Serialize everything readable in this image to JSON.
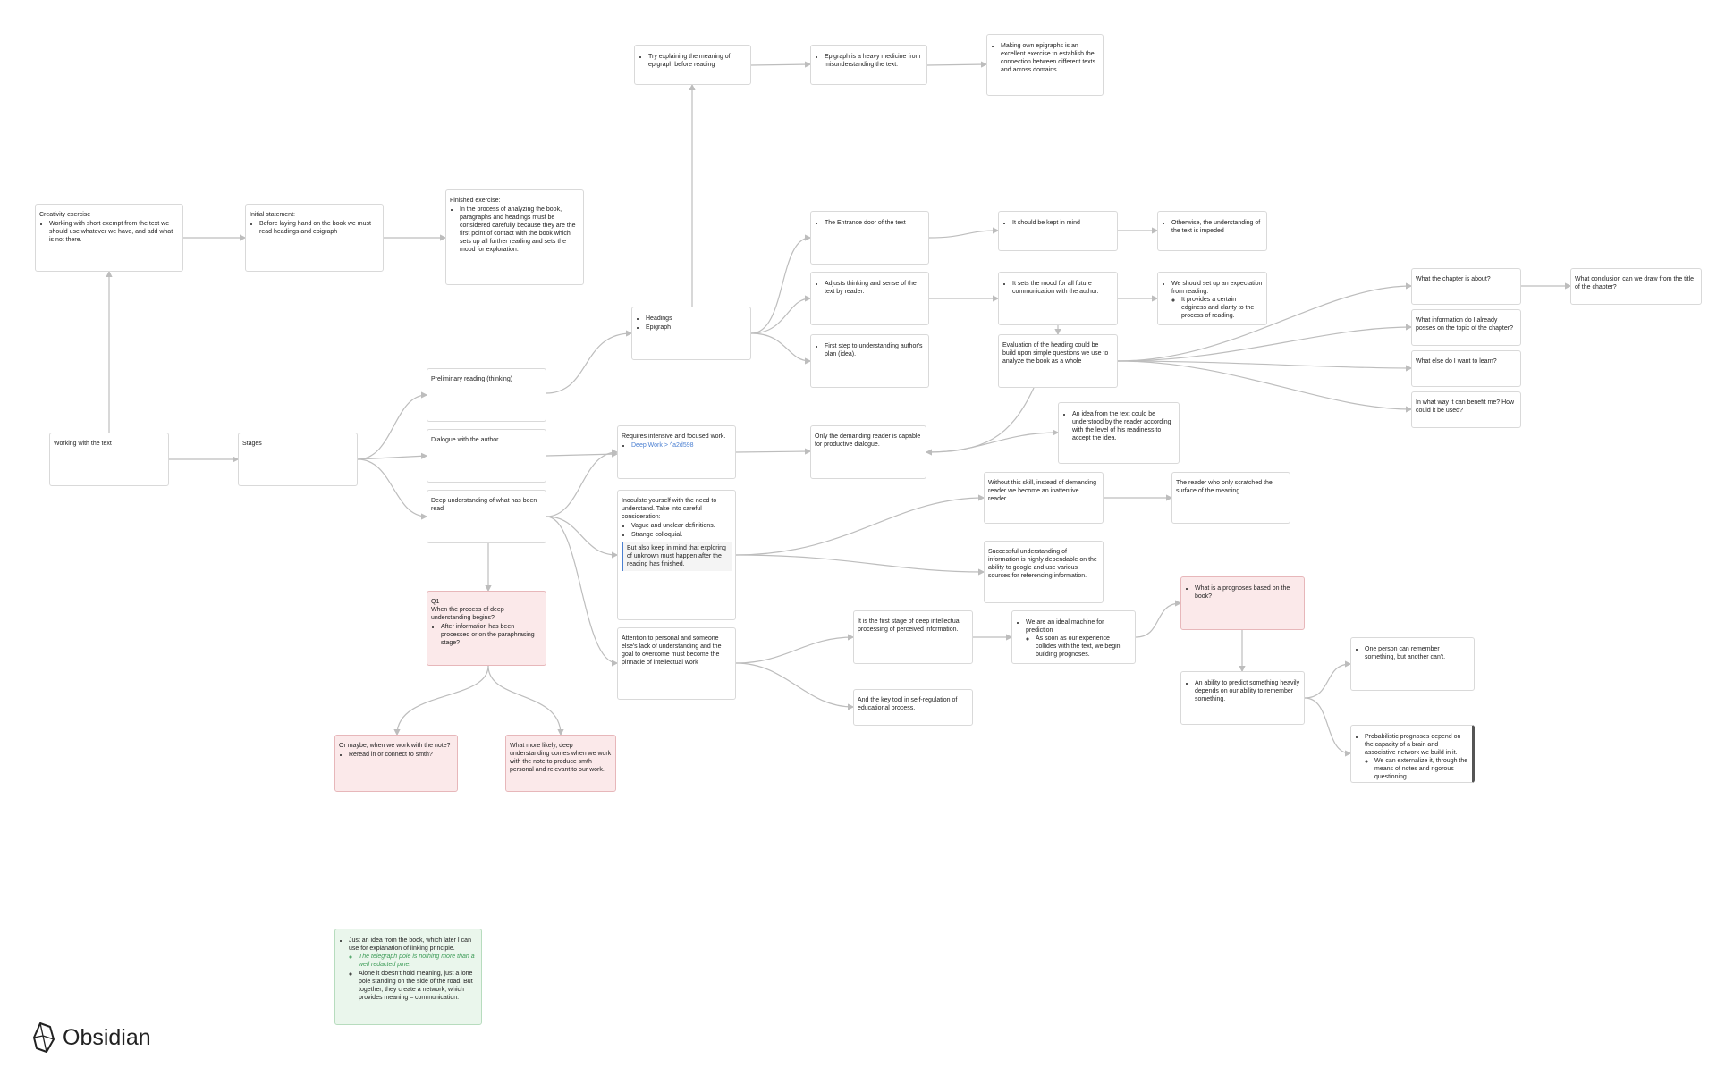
{
  "app": {
    "name": "Obsidian"
  },
  "nodes": {
    "creativity": {
      "title": "Creativity exercise",
      "items": [
        "Working with short exempt from the text we should use whatever we have, and add what is not there."
      ]
    },
    "initial": {
      "title": "Initial statement:",
      "items": [
        "Before laying hand on the book we must read headings and epigraph"
      ]
    },
    "finished": {
      "title": "Finished exercise:",
      "items": [
        "In the process of analyzing the book, paragraphs and headings must be considered carefully because they are the first point of contact with the book which sets up all further reading and sets the mood for exploration."
      ]
    },
    "working": {
      "title": "Working with the text"
    },
    "stages": {
      "title": "Stages"
    },
    "prelim": {
      "title": "Preliminary reading (thinking)"
    },
    "dialogue": {
      "title": "Dialogue with the author"
    },
    "deep": {
      "title": "Deep understanding of what has been read"
    },
    "q1": {
      "title": "Q1",
      "text": "When the process of deep understanding begins?",
      "items": [
        "After information has been processed or on the paraphrasing stage?"
      ]
    },
    "ormaybe": {
      "title": "Or maybe, when we work with the note?",
      "items": [
        "Reread in or connect to smth?"
      ]
    },
    "morelikely": {
      "text": "What more likely, deep understanding comes when we work with the note to produce smth personal and relevant to our work."
    },
    "headings": {
      "items": [
        "Headings",
        "Epigraph"
      ]
    },
    "tryexplain": {
      "items": [
        "Try explaining the meaning of epigraph before reading"
      ]
    },
    "medicine": {
      "items": [
        "Epigraph is a heavy medicine from misunderstanding the text."
      ]
    },
    "makingown": {
      "items": [
        "Making own epigraphs is an excellent exercise to establish the connection between different texts and across domains."
      ]
    },
    "entrance": {
      "items": [
        "The Entrance door of the text"
      ]
    },
    "keptinmind": {
      "items": [
        "It should be kept in mind"
      ]
    },
    "otherwise": {
      "items": [
        "Otherwise, the understanding of the text is impeded"
      ]
    },
    "adjusts": {
      "items": [
        "Adjusts thinking and sense of the text by reader."
      ]
    },
    "setsmood": {
      "items": [
        "It sets the mood for all future communication with the author."
      ]
    },
    "expectation": {
      "items": [
        "We should set up an expectation from reading."
      ],
      "subitems": [
        "It provides a certain edginess and clarity to the process of reading."
      ]
    },
    "firststep": {
      "items": [
        "First step to understanding author's plan (idea)."
      ]
    },
    "evaluation": {
      "text": "Evaluation of the heading could be build upon simple questions we use to analyze the book as a whole"
    },
    "chapterabout": {
      "text": "What the chapter is about?"
    },
    "conclusion": {
      "text": "What conclusion can we draw from the title of the chapter?"
    },
    "infoposses": {
      "text": "What information do I already posses on the topic of the chapter?"
    },
    "wanttolearn": {
      "text": "What else do I want to learn?"
    },
    "benefit": {
      "text": "In what way it can benefit me? How could it be used?"
    },
    "anidea": {
      "items": [
        "An idea from the text could be understood by the reader according with the level of his readiness to accept the idea."
      ]
    },
    "requires": {
      "text": "Requires intensive and focused work.",
      "items": [
        "Deep Work > ^a2d598"
      ]
    },
    "demanding": {
      "text": "Only the demanding reader is capable for productive dialogue."
    },
    "inoculate": {
      "text": "Inoculate yourself with the need to understand. Take into careful consideration:",
      "items": [
        "Vague and unclear definitions.",
        "Strange colloquial."
      ],
      "quote": "But also keep in mind that exploring of unknown must happen after the reading has finished."
    },
    "withoutskill": {
      "text": "Without this skill, instead of demanding reader we become an inattentive reader."
    },
    "scratched": {
      "text": "The reader who only scratched the surface of the meaning."
    },
    "successful": {
      "text": "Successful understanding of information is highly dependable on the ability to google and use various sources for referencing information."
    },
    "attention": {
      "text": "Attention to personal and someone else's lack of understanding and the goal to overcome must become the pinnacle of intellectual work"
    },
    "firststage": {
      "text": "It is the first stage of deep intellectual processing of perceived information."
    },
    "keytool": {
      "text": "And the key tool in self-regulation of educational process."
    },
    "idealmachine": {
      "items": [
        "We are an ideal machine for prediction"
      ],
      "subitems": [
        "As soon as our experience collides with the text, we begin building prognoses."
      ]
    },
    "prognoses": {
      "items": [
        "What is a prognoses based on the book?"
      ]
    },
    "ability": {
      "items": [
        "An ability to predict something heavily depends on our ability to remember something."
      ]
    },
    "oneperson": {
      "items": [
        "One person can remember something, but another can't."
      ]
    },
    "probabilistic": {
      "items": [
        "Probabilistic prognoses depend on the capacity of a brain and associative network we build in it."
      ],
      "subitems": [
        "We can externalize it, through the means of notes and rigorous questioning."
      ]
    },
    "justanidea": {
      "items": [
        "Just an idea from the book, which later I can use for explanation of linking principle."
      ],
      "subitems": [
        "The telegraph pole is nothing more than a well redacted pine.",
        "Alone it doesn't hold meaning, just a lone pole standing on the side of the road. But together, they create a network, which provides meaning – communication."
      ]
    }
  },
  "colors": {
    "edge": "#bdbdbd",
    "link": "#4a7fd1",
    "red_card": "#fbe9ea",
    "green_card": "#eaf6ec"
  }
}
